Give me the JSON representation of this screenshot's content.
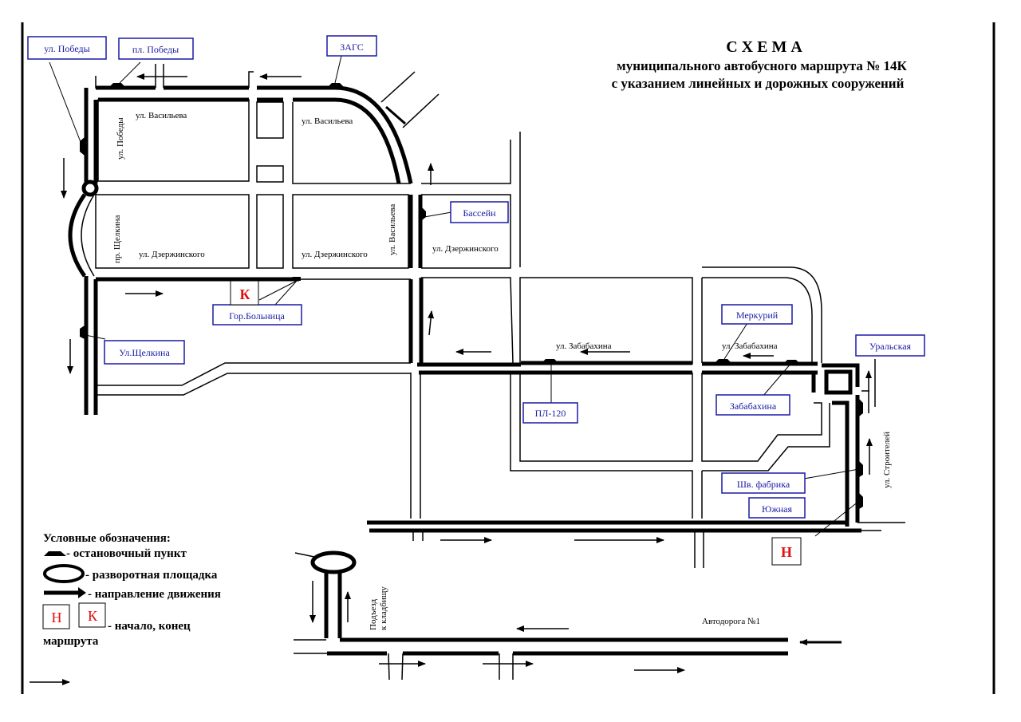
{
  "title": {
    "line1": "С Х Е М А",
    "line2": "муниципального автобусного маршрута № 14К",
    "line3": "с указанием линейных и дорожных сооружений"
  },
  "route_number": "14К",
  "stops": [
    {
      "id": "ul-pobedy",
      "label": "ул. Победы"
    },
    {
      "id": "pl-pobedy",
      "label": "пл. Победы"
    },
    {
      "id": "zags",
      "label": "ЗАГС"
    },
    {
      "id": "bassein",
      "label": "Бассейн"
    },
    {
      "id": "gor-bolnitsa",
      "label": "Гор.Больница"
    },
    {
      "id": "ul-shchelkina",
      "label": "Ул.Щелкина"
    },
    {
      "id": "pl-120",
      "label": "ПЛ-120"
    },
    {
      "id": "merkuriy",
      "label": "Меркурий"
    },
    {
      "id": "uralskaya",
      "label": "Уральская"
    },
    {
      "id": "zababakhina",
      "label": "Забабахина"
    },
    {
      "id": "shv-fabrika",
      "label": "Шв. фабрика"
    },
    {
      "id": "yuzhnaya",
      "label": "Южная"
    }
  ],
  "streets": {
    "vasileva_1": "ул. Васильева",
    "vasileva_2": "ул. Васильева",
    "vasileva_vert": "ул. Васильева",
    "pobedy_vert": "ул. Победы",
    "shchelkina_vert": "пр. Щелкина",
    "dzerzhinskogo_1": "ул. Дзержинского",
    "dzerzhinskogo_2": "ул. Дзержинского",
    "dzerzhinskogo_3": "ул. Дзержинского",
    "zababakhina_1": "ул. Забабахина",
    "zababakhina_2": "ул. Забабахина",
    "stroiteley_vert": "ул. Строителей",
    "podezd_line1": "Подъезд",
    "podezd_line2": "к кладбищу",
    "avtodoroga": "Автодорога №1"
  },
  "markers": {
    "start": "Н",
    "end": "К"
  },
  "legend": {
    "title": "Условные обозначения:",
    "stop": "-  остановочный пункт",
    "turnaround": "- разворотная площадка",
    "direction": "- направление движения",
    "start_end_line1": "-  начало, конец",
    "start_end_line2": "маршрута",
    "start_symbol": "Н",
    "end_symbol": "К"
  },
  "colors": {
    "stop_label": "#1a1aa6",
    "marker_red": "#e01010",
    "road": "#000000"
  }
}
